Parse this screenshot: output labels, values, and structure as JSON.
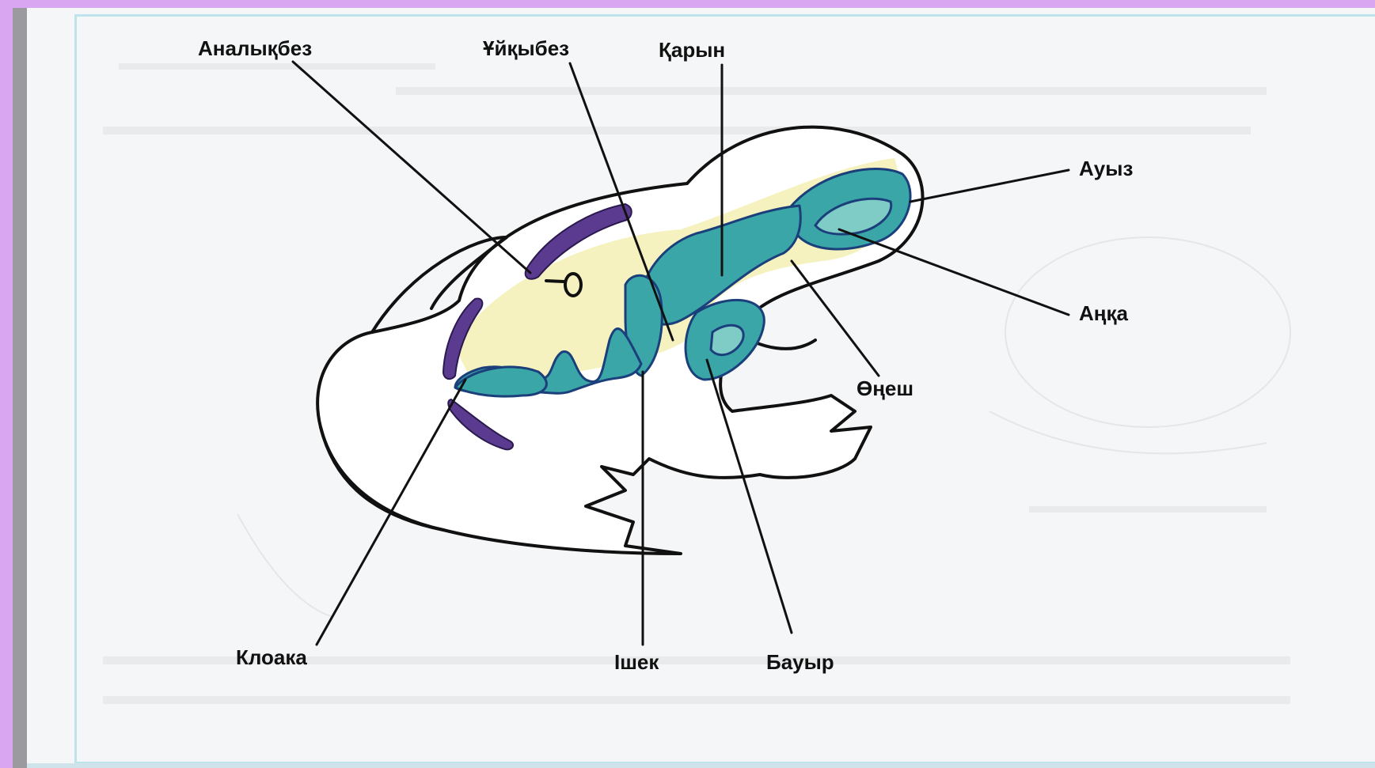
{
  "labels": {
    "ovary": "Аналықбез",
    "pancreas": "Ұйқыбез",
    "stomach": "Қарын",
    "mouth": "Ауыз",
    "pharynx": "Аңқа",
    "esophagus": "Өңеш",
    "cloaca": "Клоака",
    "intestine": "Ішек",
    "liver": "Бауыр"
  },
  "colors": {
    "background": "#d9a6f2",
    "paper": "#f4f6f7",
    "gut": "#3aa6a8",
    "gland": "#5b3b8f",
    "halo": "#f3f0b4"
  }
}
